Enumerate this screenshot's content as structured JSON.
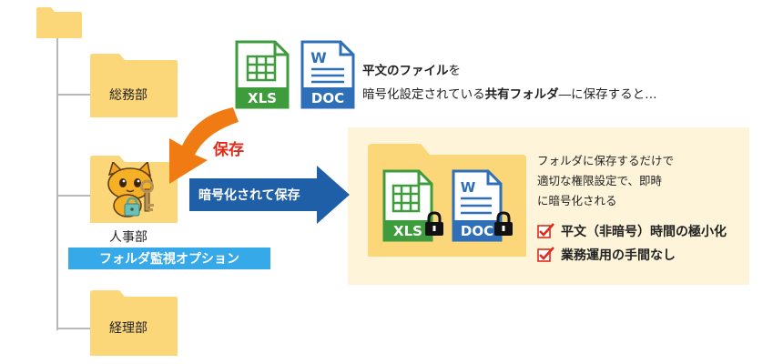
{
  "folders": {
    "general_affairs": "総務部",
    "hr": "人事部",
    "accounting": "経理部"
  },
  "file_icons": {
    "xls_tag": "XLS",
    "doc_tag": "DOC",
    "word_letter": "W"
  },
  "top_text": {
    "line1_bold": "平文のファイル",
    "line1_rest": "を",
    "line2_pre": "暗号化設定されている",
    "line2_bold": "共有フォルダ",
    "line2_post": "―に保存すると…"
  },
  "save_label": "保存",
  "encrypt_arrow_label": "暗号化されて保存",
  "option_banner": "フォルダ監視オプション",
  "description": {
    "line1": "フォルダに保存するだけで",
    "line2": "適切な権限設定で、即時",
    "line3": "に暗号化される"
  },
  "checks": {
    "item1": "平文（非暗号）時間の極小化",
    "item2": "業務運用の手間なし"
  },
  "colors": {
    "folder": "#fbd77a",
    "xls_green": "#3f9c3c",
    "doc_blue": "#2f6fb8",
    "save_orange": "#ef7b12",
    "save_red": "#e02a1a",
    "arrow_blue": "#1f5fa8",
    "banner_blue": "#36a9e8",
    "panel_bg": "#fdf4d9",
    "check_red": "#e02a1a"
  }
}
